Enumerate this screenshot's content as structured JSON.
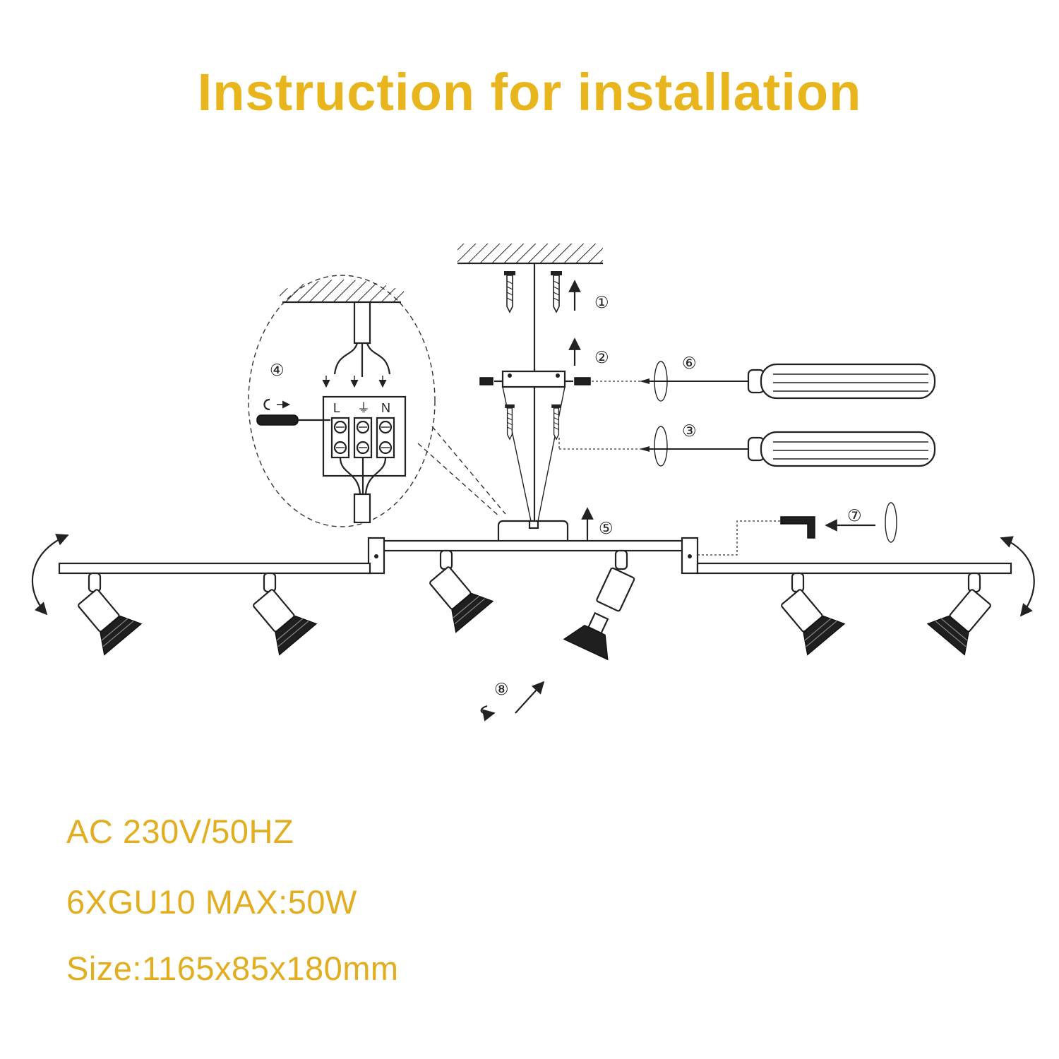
{
  "title": "Instruction for installation",
  "specs": {
    "voltage": "AC 230V/50HZ",
    "bulbs": "6XGU10 MAX:50W",
    "size": "Size:1165x85x180mm"
  },
  "steps": [
    "①",
    "②",
    "③",
    "④",
    "⑤",
    "⑥",
    "⑦",
    "⑧"
  ],
  "terminal_labels": {
    "live": "L",
    "neutral": "N",
    "earth": "⏚"
  },
  "colors": {
    "accent": "#e8b61c",
    "line": "#222222"
  },
  "icons": [
    "screwdriver-icon",
    "screw-icon",
    "allen-key-icon",
    "rotate-arrow-icon",
    "spotlight-icon"
  ]
}
